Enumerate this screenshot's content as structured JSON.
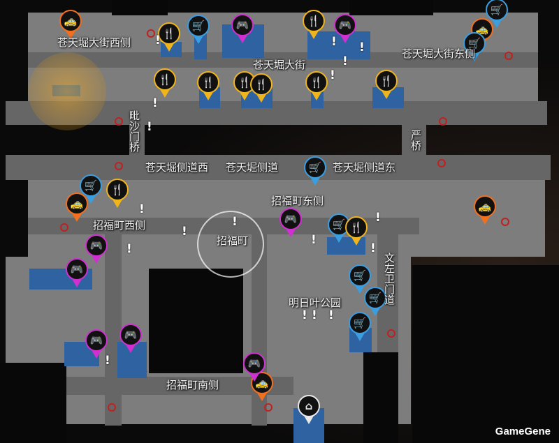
{
  "map_labels": {
    "soutenbori_west": "苍天堀大街西侧",
    "soutenbori": "苍天堀大街",
    "soutenbori_east": "苍天堀大街东侧",
    "bishamon_bridge": "毗沙门桥",
    "gen_bridge": "严桥",
    "side_west": "苍天堀侧道西",
    "side": "苍天堀侧道",
    "side_east": "苍天堀侧道东",
    "shofuku_west": "招福町西侧",
    "shofuku": "招福町",
    "shofuku_east": "招福町东侧",
    "ashitaba_park": "明日叶公园",
    "bunzaemon": "文左卫门道",
    "shofuku_south": "招福町南侧"
  },
  "watermark": "GameGene",
  "pin_colors": {
    "food": "#f0b41c",
    "shop": "#3a9ee0",
    "game": "#d030d0",
    "taxi": "#f07020",
    "home": "#e8e8e8"
  },
  "pin_icons": {
    "food": "🍴",
    "shop": "🛒",
    "game": "🎮",
    "taxi": "🚕",
    "home": "⌂"
  }
}
